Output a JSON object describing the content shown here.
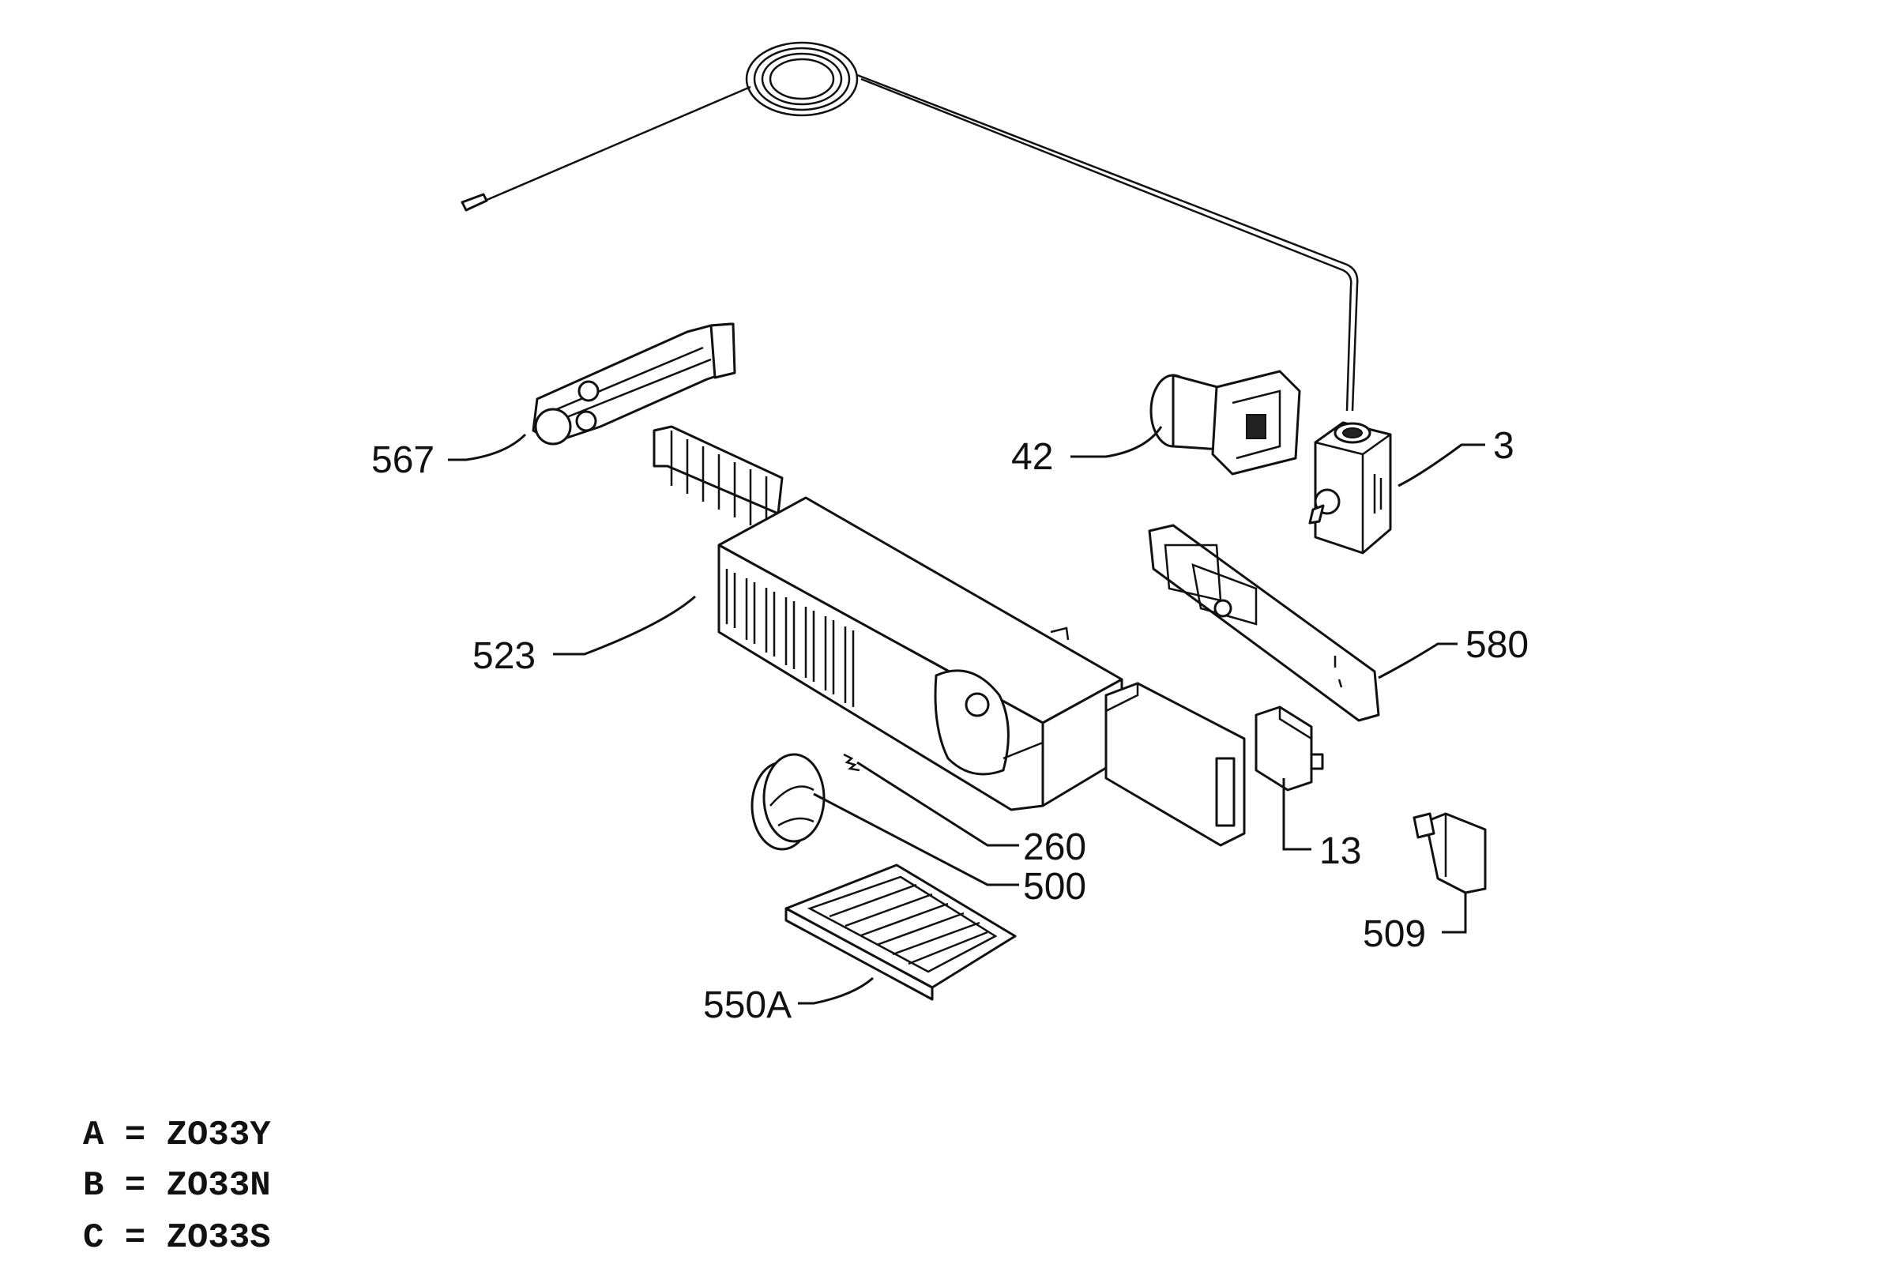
{
  "callouts": {
    "c567": "567",
    "c42": "42",
    "c3": "3",
    "c523": "523",
    "c580": "580",
    "c260": "260",
    "c500": "500",
    "c13": "13",
    "c509": "509",
    "c550A": "550A"
  },
  "legend": [
    "A = ZO33Y",
    "B = ZO33N",
    "C = ZO33S"
  ]
}
